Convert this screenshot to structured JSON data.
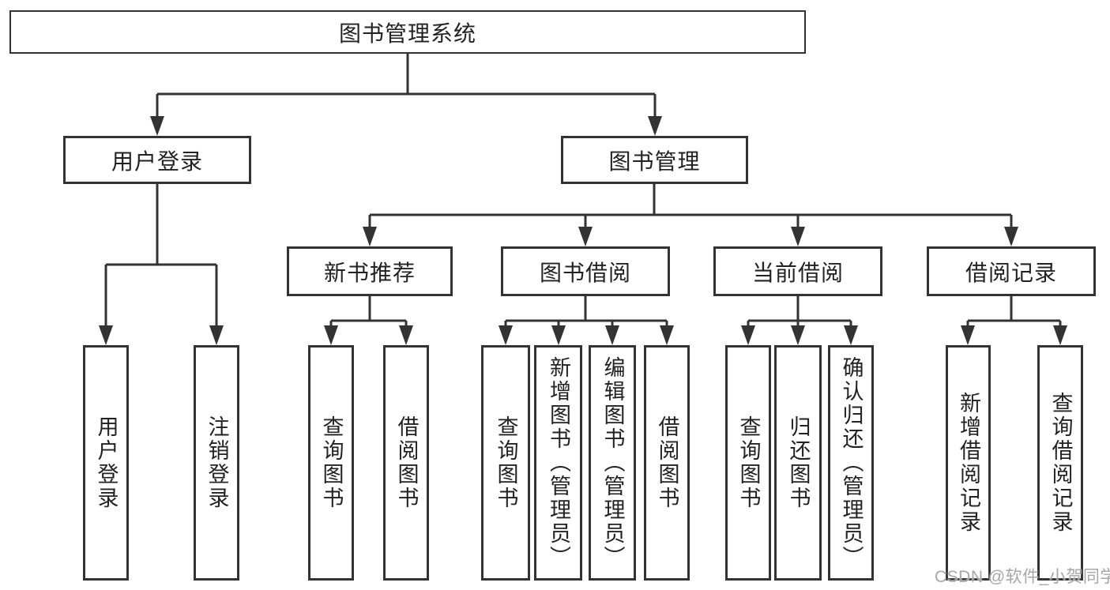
{
  "tree": {
    "root": {
      "label": "图书管理系统"
    },
    "branches": [
      {
        "label": "用户登录",
        "children": [
          {
            "label": "用户登录"
          },
          {
            "label": "注销登录"
          }
        ]
      },
      {
        "label": "图书管理",
        "children": [
          {
            "label": "新书推荐",
            "children": [
              {
                "label": "查询图书"
              },
              {
                "label": "借阅图书"
              }
            ]
          },
          {
            "label": "图书借阅",
            "children": [
              {
                "label": "查询图书"
              },
              {
                "label": "新增图书（管理员）"
              },
              {
                "label": "编辑图书（管理员）"
              },
              {
                "label": "借阅图书"
              }
            ]
          },
          {
            "label": "当前借阅",
            "children": [
              {
                "label": "查询图书"
              },
              {
                "label": "归还图书"
              },
              {
                "label": "确认归还（管理员）"
              }
            ]
          },
          {
            "label": "借阅记录",
            "children": [
              {
                "label": "新增借阅记录"
              },
              {
                "label": "查询借阅记录"
              }
            ]
          }
        ]
      }
    ]
  },
  "watermark": {
    "text": "CSDN @软件_小贺同学"
  },
  "colors": {
    "line": "#333333",
    "box_border": "#333333",
    "text": "#222222",
    "background": "#ffffff",
    "watermark": "#a6a6a6"
  }
}
